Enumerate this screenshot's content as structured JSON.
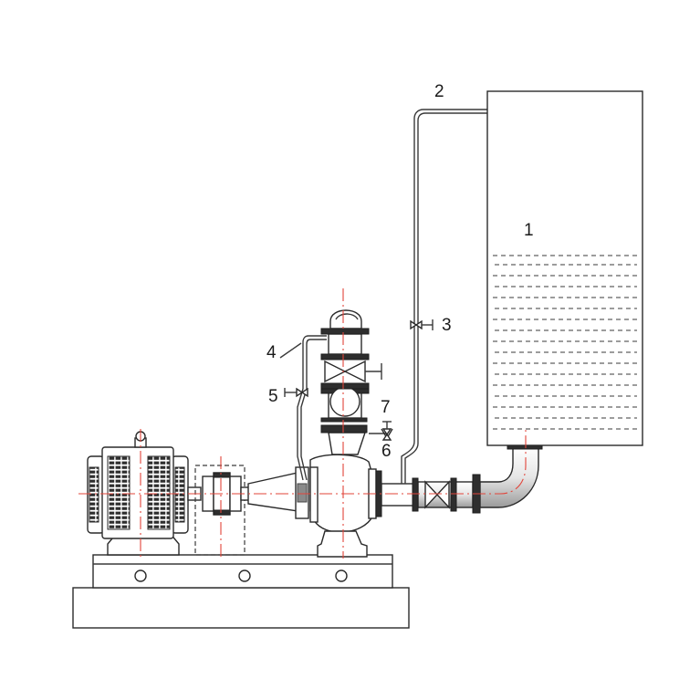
{
  "labels": {
    "tank": "1",
    "overflow_pipe": "2",
    "priming_valve": "3",
    "bypass_pipe": "4",
    "bypass_valve": "5",
    "gauge_valve": "6",
    "gauge": "7"
  },
  "colors": {
    "line": "#2a2a2a",
    "axis": "#e2443a",
    "shade": "#2e2e2e",
    "background": "#ffffff"
  }
}
